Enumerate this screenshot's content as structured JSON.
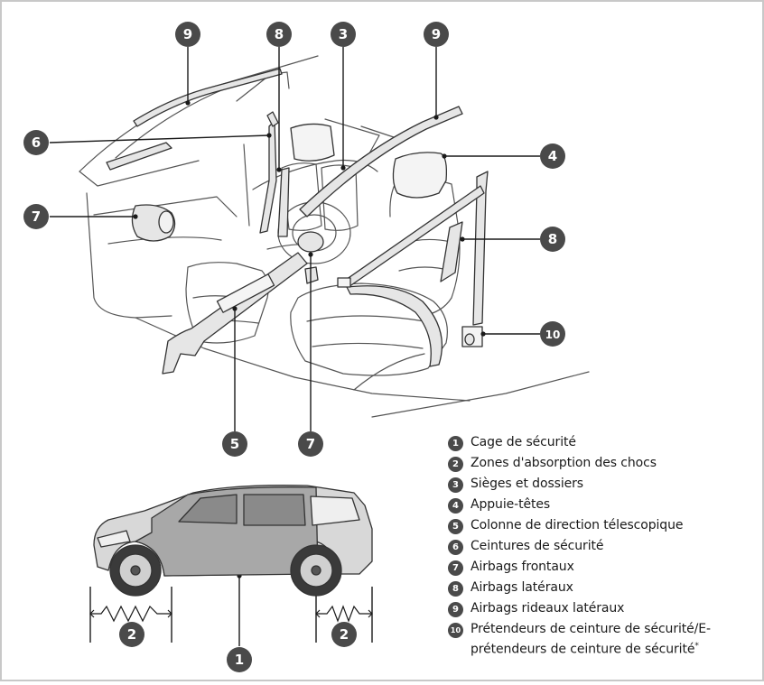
{
  "callouts": {
    "c1": "1",
    "c2a": "2",
    "c2b": "2",
    "c3": "3",
    "c4": "4",
    "c5": "5",
    "c6": "6",
    "c7a": "7",
    "c7b": "7",
    "c8a": "8",
    "c8b": "8",
    "c9a": "9",
    "c9b": "9",
    "c10": "10"
  },
  "legend": [
    {
      "num": "1",
      "text": "Cage de sécurité"
    },
    {
      "num": "2",
      "text": "Zones d'absorption des chocs"
    },
    {
      "num": "3",
      "text": "Sièges et dossiers"
    },
    {
      "num": "4",
      "text": "Appuie-têtes"
    },
    {
      "num": "5",
      "text": "Colonne de direction télescopique"
    },
    {
      "num": "6",
      "text": "Ceintures de sécurité"
    },
    {
      "num": "7",
      "text": "Airbags frontaux"
    },
    {
      "num": "8",
      "text": "Airbags latéraux"
    },
    {
      "num": "9",
      "text": "Airbags rideaux latéraux"
    },
    {
      "num": "10",
      "text": "Prétendeurs de ceinture de sécurité/E-prétendeurs de ceinture de sécurité",
      "footnote_mark": "*"
    }
  ],
  "colors": {
    "callout_fill": "#4a4a4a",
    "callout_text": "#ffffff",
    "line": "#1a1a1a",
    "sketch": "#555555",
    "airbag_fill": "#e6e6e6",
    "car_body": "#a8a8a8",
    "crumple_zone": "#d8d8d8",
    "frame": "#c8c8c8"
  }
}
